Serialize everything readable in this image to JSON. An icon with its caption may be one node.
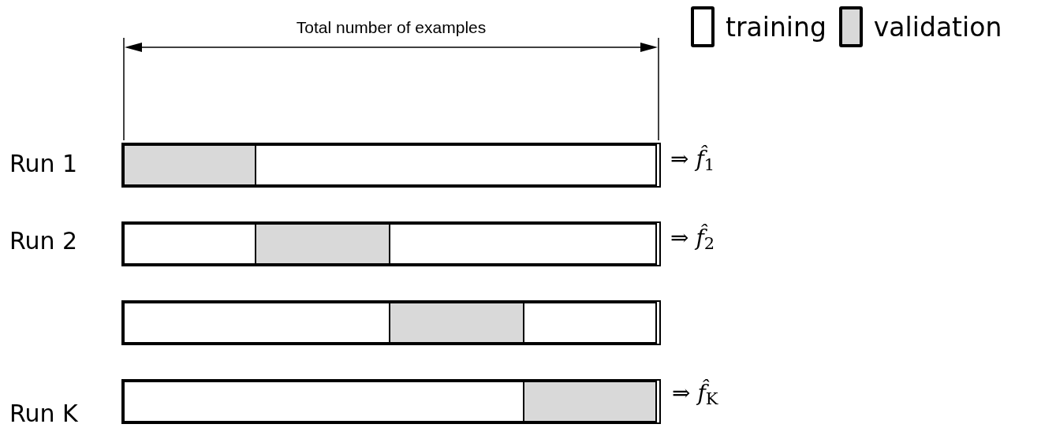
{
  "diagram": {
    "nodes": [
      {
        "text": [],
        "shape": "bar",
        "beside": [
          "Run 1",
          "⇒ *f̂*$_{1}$"
        ]
      },
      {
        "text": [],
        "shape": "box",
        "in": 0
      },
      {
        "text": [],
        "shape": "box",
        "in": 0
      },
      {
        "text": [],
        "shape": "bar",
        "beside": [
          "Run 2",
          "⇒ *f̂*$_{2}$"
        ]
      },
      {
        "text": [],
        "shape": "box",
        "in": 3
      },
      {
        "text": [],
        "shape": "box",
        "in": 3
      },
      {
        "text": [],
        "shape": "box",
        "in": 3
      },
      {
        "text": [],
        "shape": "bar"
      },
      {
        "text": [],
        "shape": "box",
        "in": 7
      },
      {
        "text": [],
        "shape": "box",
        "in": 7
      },
      {
        "text": [],
        "shape": "box",
        "in": 7
      },
      {
        "text": [],
        "shape": "bar",
        "beside": [
          "Run K",
          "⇒ *f̂*$_{K}$"
        ]
      },
      {
        "text": [],
        "shape": "box",
        "in": 11
      },
      {
        "text": [],
        "shape": "box",
        "in": 11
      }
    ],
    "labels": [
      "Total number of examples"
    ],
    "legend": [
      {
        "text": "training",
        "color": "#ffffff"
      },
      {
        "text": "validation",
        "color": "#d9d9d9"
      }
    ]
  }
}
